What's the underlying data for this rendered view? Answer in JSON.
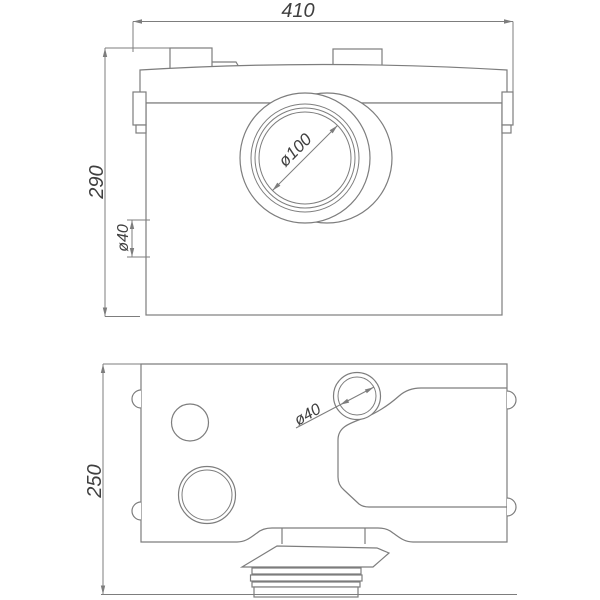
{
  "colors": {
    "background": "#ffffff",
    "line": "#7d7d7d",
    "text": "#3f3f3f"
  },
  "front_view": {
    "width_dim": "410",
    "height_dim": "290",
    "side_port_dim": "ø40",
    "inlet_dim": "ø100"
  },
  "top_view": {
    "depth_dim": "250",
    "port_dim": "ø40"
  }
}
